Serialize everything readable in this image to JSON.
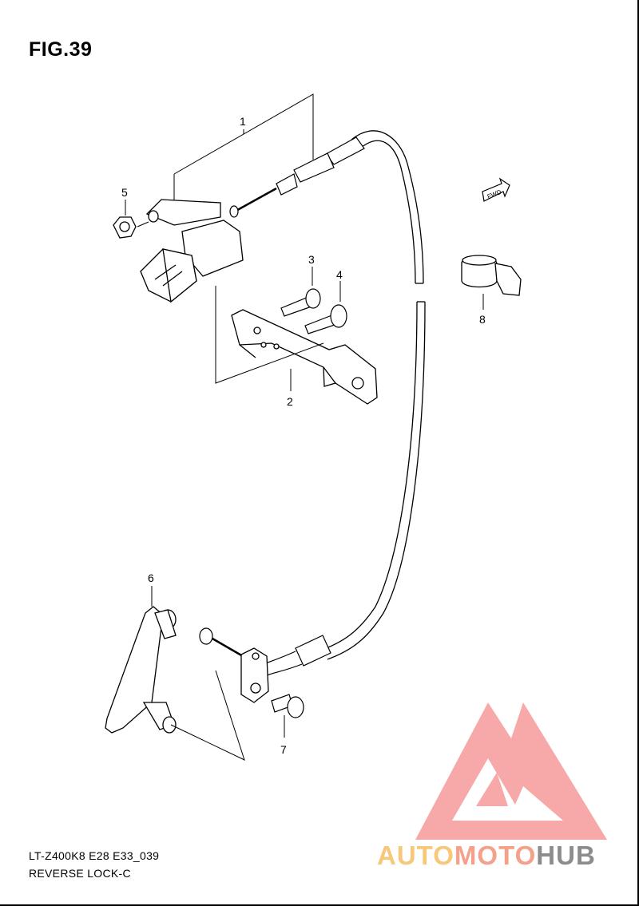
{
  "figure": {
    "title": "FIG.39"
  },
  "callouts": [
    {
      "id": "1",
      "label": "1"
    },
    {
      "id": "2",
      "label": "2"
    },
    {
      "id": "3",
      "label": "3"
    },
    {
      "id": "4",
      "label": "4"
    },
    {
      "id": "5",
      "label": "5"
    },
    {
      "id": "6",
      "label": "6"
    },
    {
      "id": "7",
      "label": "7"
    },
    {
      "id": "8",
      "label": "8"
    }
  ],
  "direction_tag": "FWD",
  "footer": {
    "code": "LT-Z400K8 E28 E33_039",
    "name": "REVERSE LOCK-C"
  },
  "watermark": {
    "brand_parts": [
      "AUTO",
      "MOTO",
      "HUB"
    ],
    "colors": {
      "auto": "#f7c77a",
      "moto": "#f5a08a",
      "hub": "#8c8c8c",
      "logo": "#f7a0a0"
    }
  }
}
